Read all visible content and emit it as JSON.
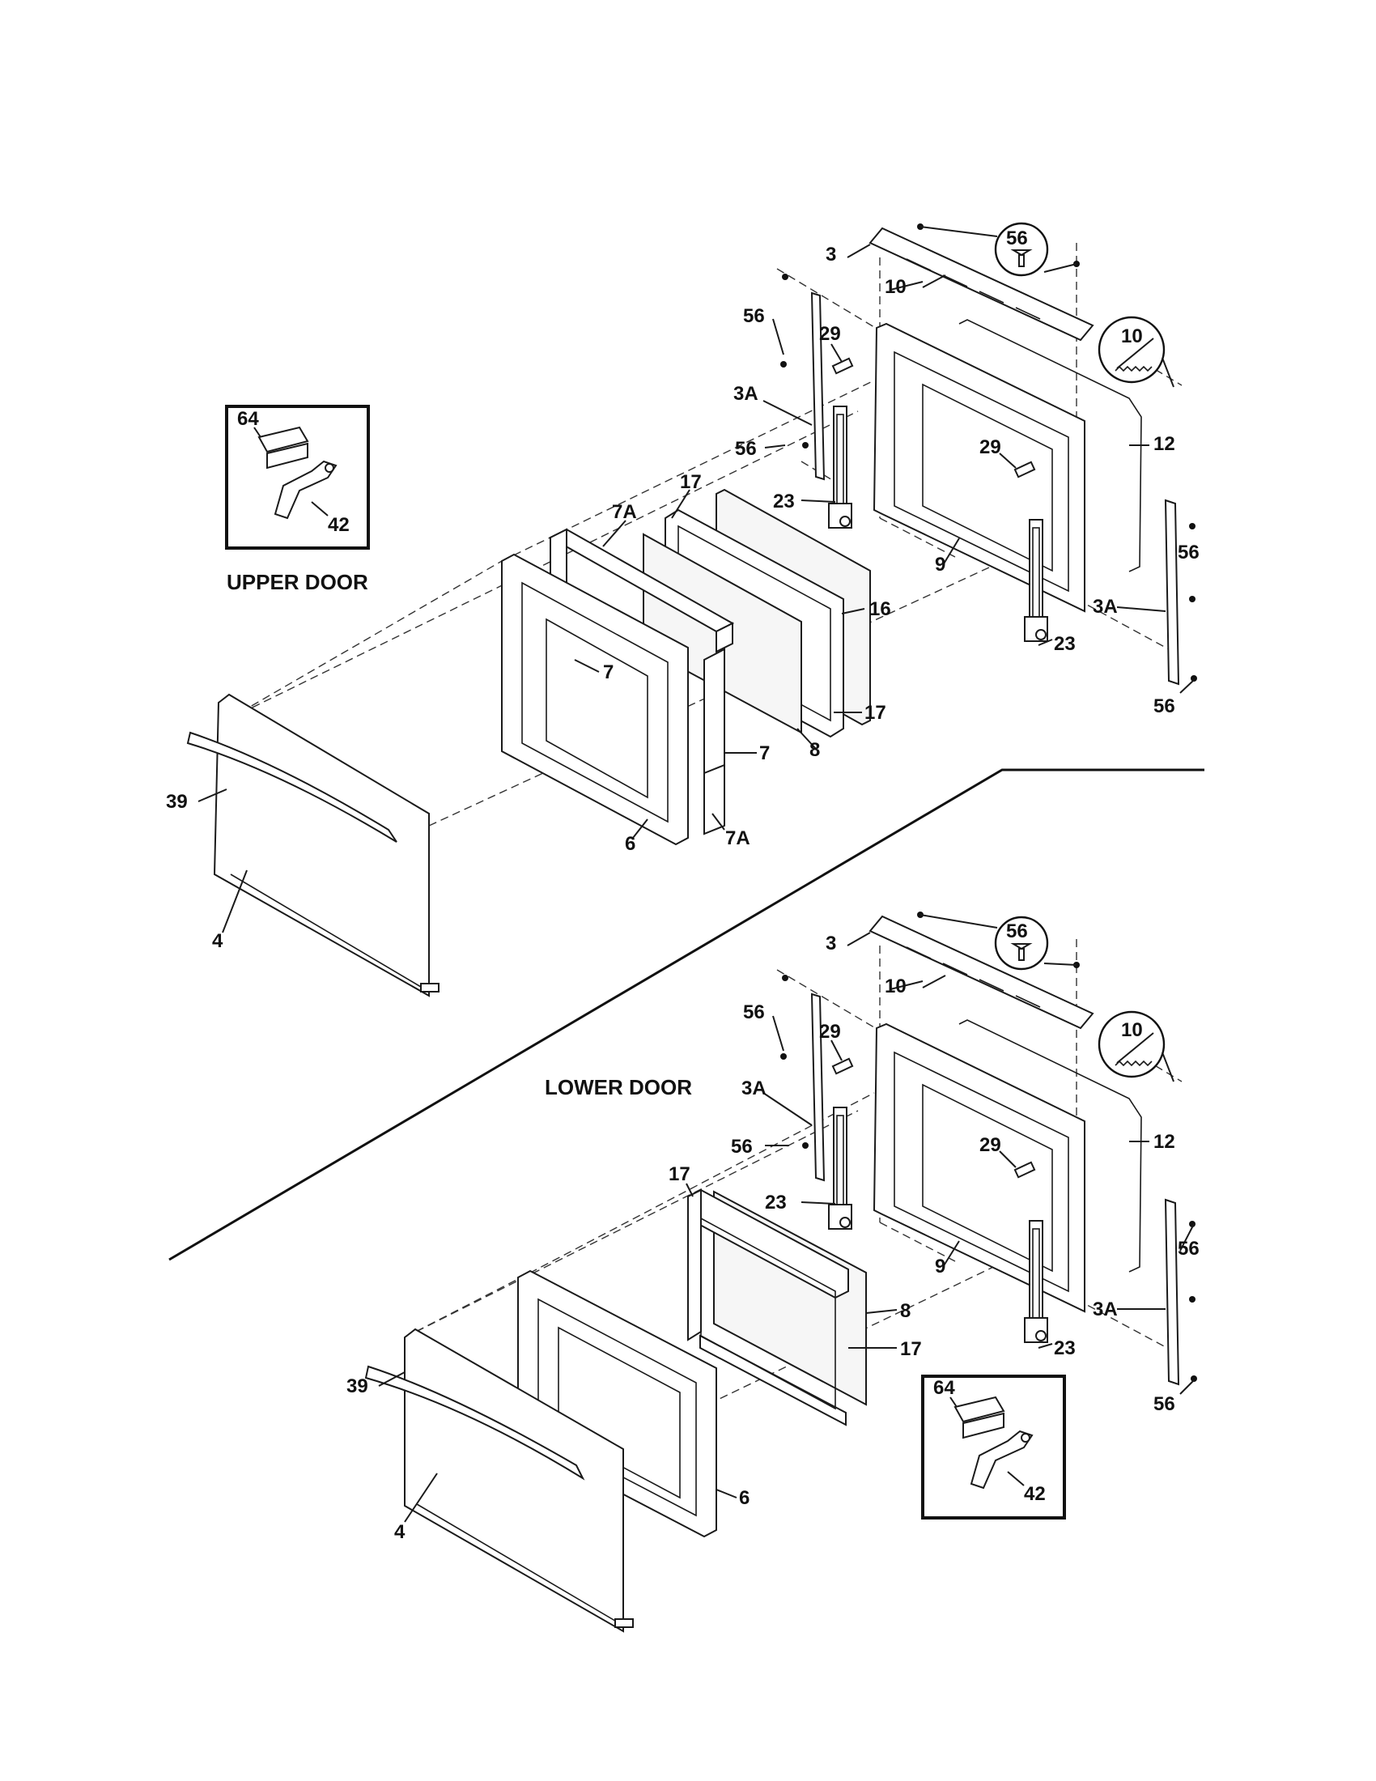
{
  "sections": {
    "upper_title": "UPPER DOOR",
    "lower_title": "LOWER DOOR"
  },
  "callouts": {
    "upper": {
      "l3": "3",
      "l56a": "56",
      "l10": "10",
      "l10b": "10",
      "l56b": "56",
      "l29a": "29",
      "l3a_l": "3A",
      "l12": "12",
      "l56c": "56",
      "l29b": "29",
      "l17a": "17",
      "l7a_t": "7A",
      "l23a": "23",
      "l56d": "56",
      "l9": "9",
      "l3a_r": "3A",
      "l16": "16",
      "l7a": "7",
      "l23b": "23",
      "l56e": "56",
      "l17b": "17",
      "l8": "8",
      "l7b": "7",
      "l39": "39",
      "l6": "6",
      "l7a_b": "7A",
      "l4": "4",
      "l64": "64",
      "l42": "42"
    },
    "lower": {
      "l3": "3",
      "l56a": "56",
      "l10": "10",
      "l10b": "10",
      "l56b": "56",
      "l29a": "29",
      "l3a_l": "3A",
      "l12": "12",
      "l56c": "56",
      "l29b": "29",
      "l17a": "17",
      "l23a": "23",
      "l9": "9",
      "l56d": "56",
      "l3a_r": "3A",
      "l8": "8",
      "l17b": "17",
      "l23b": "23",
      "l56e": "56",
      "l39": "39",
      "l6": "6",
      "l4": "4",
      "l64": "64",
      "l42": "42"
    }
  }
}
